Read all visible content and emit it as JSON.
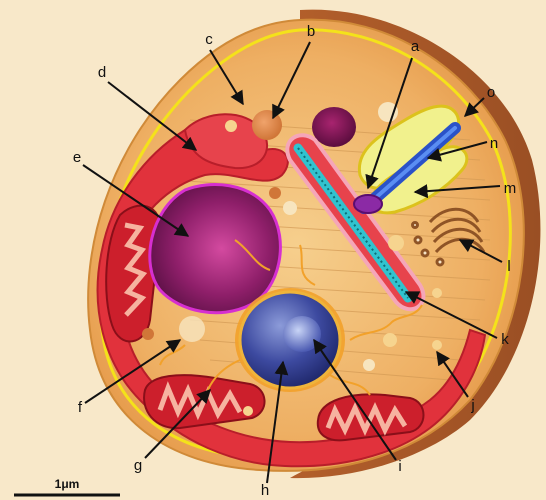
{
  "diagram": {
    "labels": {
      "a": "a",
      "b": "b",
      "c": "c",
      "d": "d",
      "e": "e",
      "f": "f",
      "g": "g",
      "h": "h",
      "i": "i",
      "j": "j",
      "k": "k",
      "l": "l",
      "m": "m",
      "n": "n",
      "o": "o"
    },
    "scale_bar": "1μm"
  }
}
